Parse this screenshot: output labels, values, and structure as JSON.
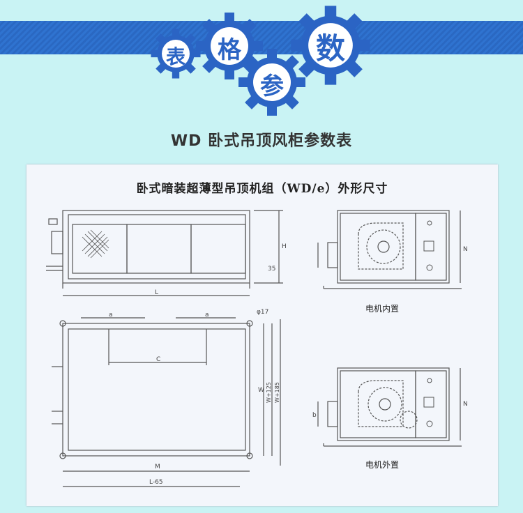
{
  "header": {
    "chars": [
      "表",
      "格",
      "参",
      "数"
    ],
    "color_banner": "#2f73d0",
    "color_gear": "#2b64c4"
  },
  "subtitle": "WD 卧式吊顶风柜参数表",
  "drawing": {
    "title": "卧式暗装超薄型吊顶机组（WD/e）外形尺寸",
    "labels": {
      "height": "H",
      "base": "35",
      "length": "L",
      "hole": "φ17",
      "dim_a": "a",
      "dim_c": "C",
      "width": "W",
      "width_125": "W+125",
      "width_185": "W+185",
      "dim_m": "M",
      "length_65": "L-65",
      "side_n": "N",
      "side_b": "b"
    },
    "caption_internal": "电机内置",
    "caption_external": "电机外置"
  }
}
